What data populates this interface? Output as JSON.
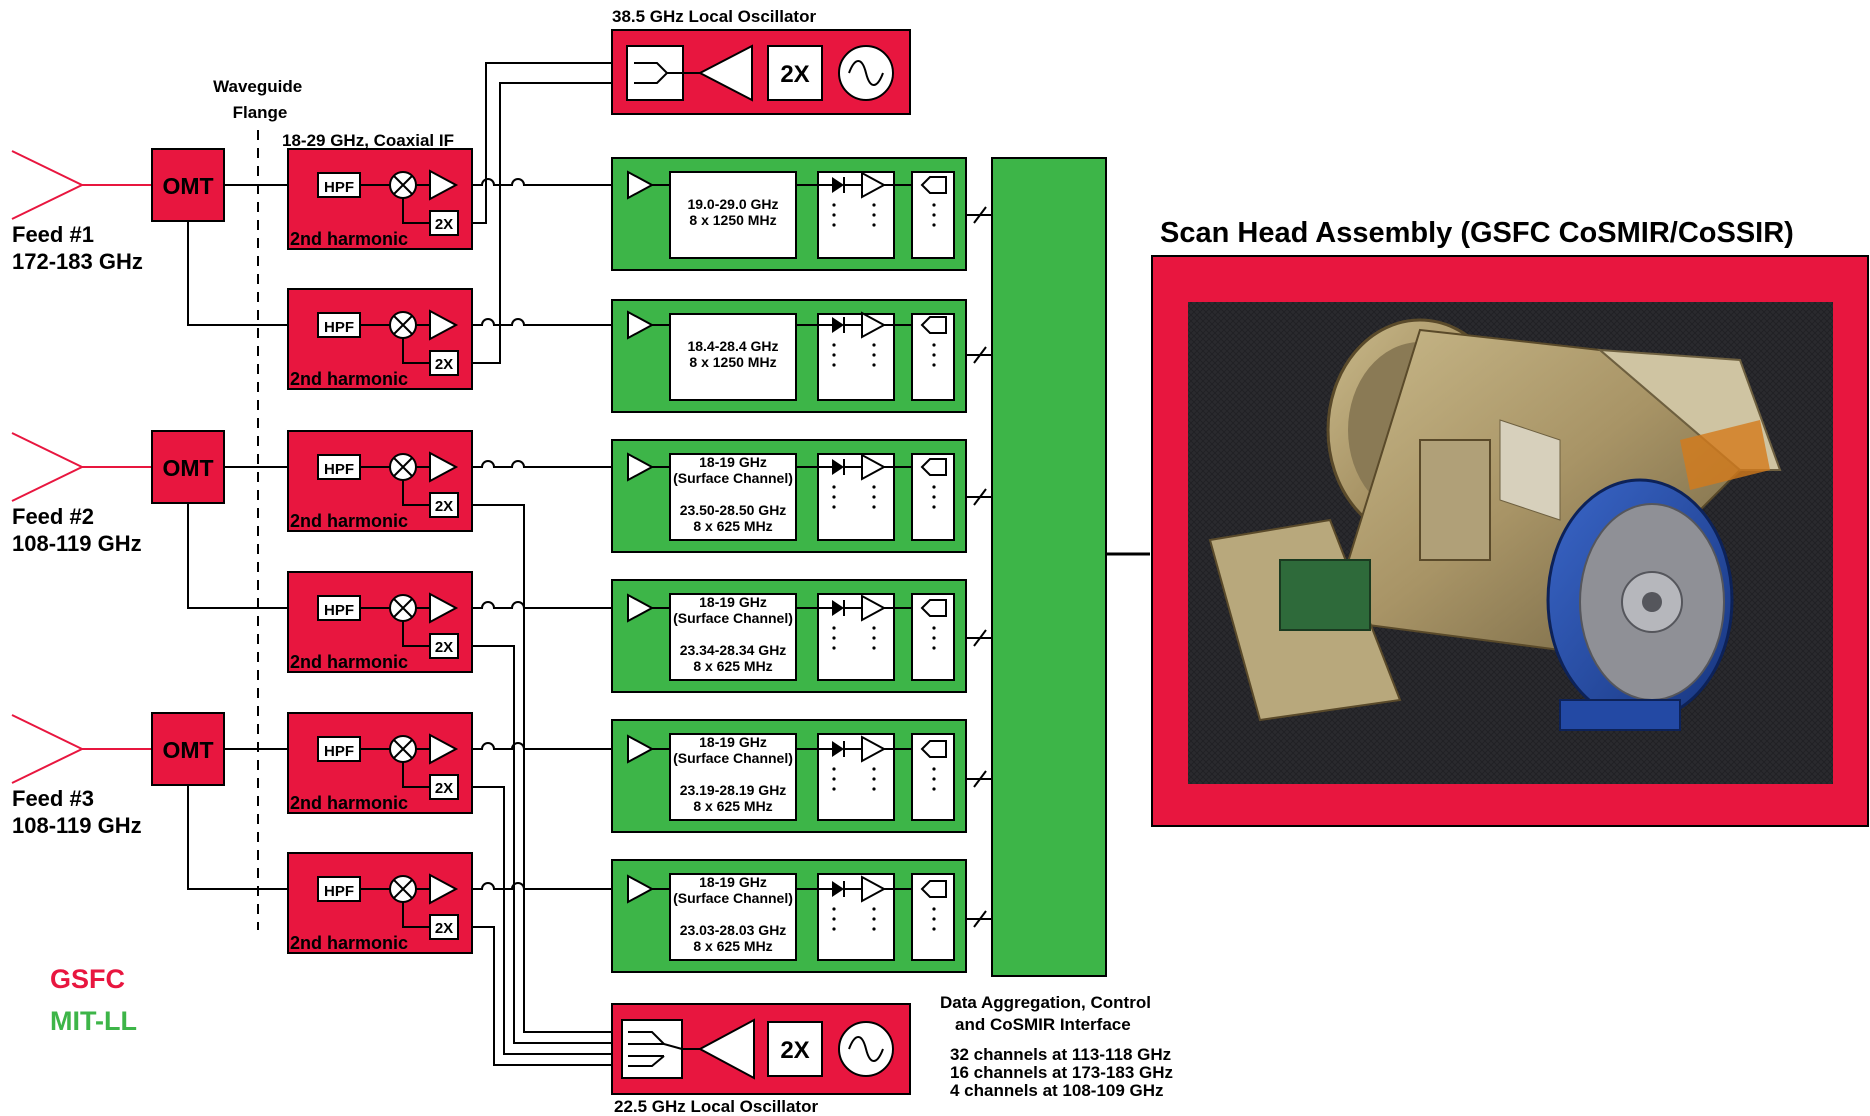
{
  "colors": {
    "gsfc_red": "#e8163f",
    "mitll_green": "#3db548",
    "wire": "#000000",
    "feed_red": "#e8163f"
  },
  "labels": {
    "waveguide_flange": [
      "Waveguide",
      "Flange"
    ],
    "coaxial_if": "18-29 GHz, Coaxial IF",
    "lo_top": "38.5 GHz  Local Oscillator",
    "lo_bottom": "22.5 GHz Local Oscillator",
    "scan_head_title": "Scan Head Assembly (GSFC CoSMIR/CoSSIR)",
    "data_aggregation": [
      "Data Aggregation, Control",
      "and CoSMIR Interface"
    ],
    "channel_summary": [
      "32 channels at 113-118 GHz",
      "16 channels at 173-183 GHz",
      "4 channels at 108-109 GHz"
    ],
    "omt": "OMT",
    "hpf": "HPF",
    "doubler": "2X",
    "harmonic": "2nd harmonic"
  },
  "legend": [
    {
      "label": "GSFC",
      "color": "#e8163f"
    },
    {
      "label": "MIT-LL",
      "color": "#3db548"
    }
  ],
  "feeds": [
    {
      "name": "Feed #1",
      "band": "172-183 GHz"
    },
    {
      "name": "Feed #2",
      "band": "108-119 GHz"
    },
    {
      "name": "Feed #3",
      "band": "108-119 GHz"
    }
  ],
  "channels": [
    {
      "lines": [
        "19.0-29.0 GHz",
        "8 x 1250 MHz"
      ]
    },
    {
      "lines": [
        "18.4-28.4 GHz",
        "8 x 1250 MHz"
      ]
    },
    {
      "lines": [
        "18-19 GHz",
        "(Surface Channel)",
        "",
        "23.50-28.50 GHz",
        "8 x 625 MHz"
      ]
    },
    {
      "lines": [
        "18-19 GHz",
        "(Surface Channel)",
        "",
        "23.34-28.34 GHz",
        "8 x 625 MHz"
      ]
    },
    {
      "lines": [
        "18-19 GHz",
        "(Surface Channel)",
        "",
        "23.19-28.19 GHz",
        "8 x 625 MHz"
      ]
    },
    {
      "lines": [
        "18-19 GHz",
        "(Surface Channel)",
        "",
        "23.03-28.03 GHz",
        "8 x 625 MHz"
      ]
    }
  ]
}
